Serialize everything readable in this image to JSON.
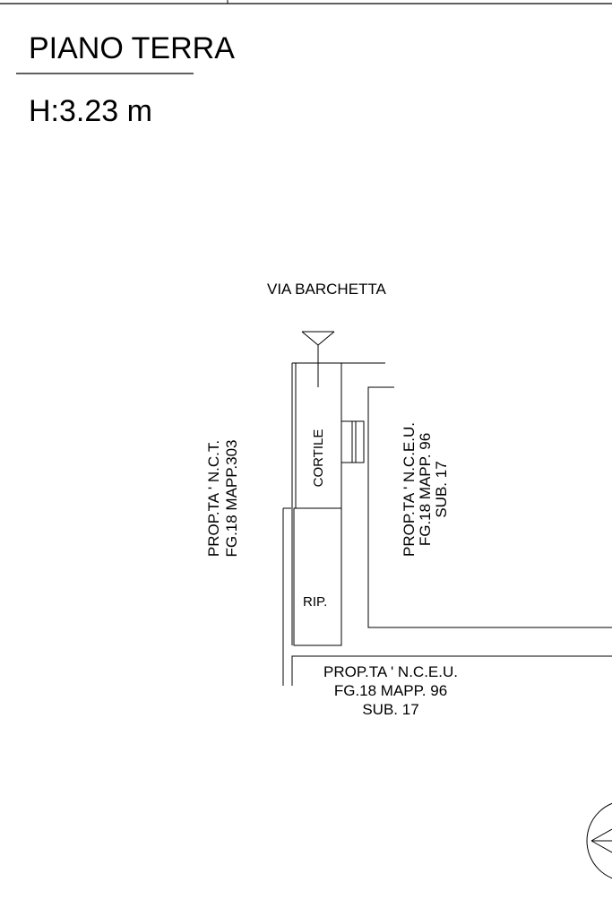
{
  "drawing": {
    "title": "PIANO TERRA",
    "height_label": "H:3.23 m",
    "street": "VIA BARCHETTA",
    "rooms": {
      "courtyard": "CORTILE",
      "storage": "RIP."
    },
    "neighbors": {
      "left": {
        "line1": "PROP.TA ' N.C.T.",
        "line2": "FG.18 MAPP.303"
      },
      "right": {
        "line1": "PROP.TA ' N.C.E.U.",
        "line2": "FG.18 MAPP. 96",
        "line3": "SUB. 17"
      },
      "bottom": {
        "line1": "PROP.TA ' N.C.E.U.",
        "line2": "FG.18 MAPP. 96",
        "line3": "SUB. 17"
      }
    }
  }
}
